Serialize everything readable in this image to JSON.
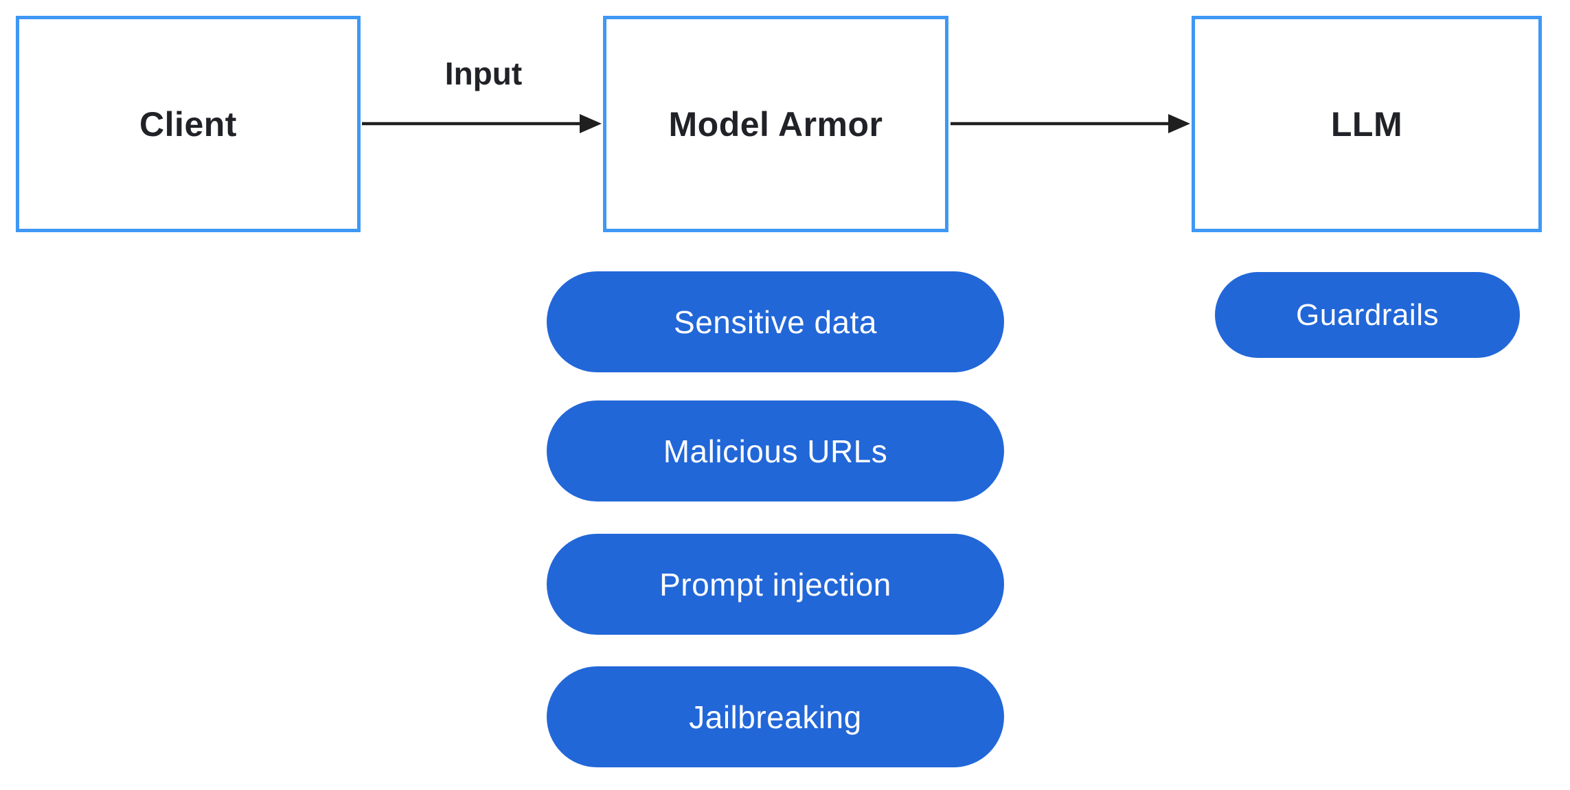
{
  "colors": {
    "background": "#FFFFFF",
    "node_border": "#3E98F4",
    "node_fill": "#FFFFFF",
    "node_text": "#212227",
    "arrow": "#1F1F1F",
    "pill_fill": "#2267D8",
    "pill_text": "#FFFFFF"
  },
  "diagram": {
    "nodes": {
      "client": {
        "label": "Client"
      },
      "model_armor": {
        "label": "Model Armor"
      },
      "llm": {
        "label": "LLM"
      }
    },
    "edges": {
      "client_to_model_armor": {
        "label": "Input"
      }
    },
    "model_armor_checks": [
      "Sensitive data",
      "Malicious URLs",
      "Prompt injection",
      "Jailbreaking"
    ],
    "llm_features": [
      "Guardrails"
    ]
  }
}
